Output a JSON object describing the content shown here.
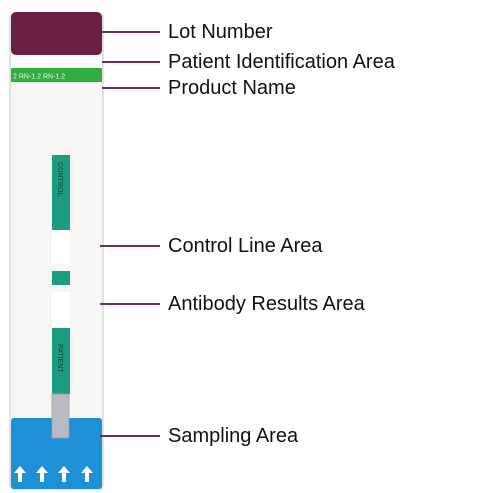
{
  "strip": {
    "band_text": "2 RN-1.2 RN-1.2",
    "control_text": "CONTROL",
    "patient_text": "PATIENT"
  },
  "labels": {
    "lot_number": "Lot Number",
    "patient_id_area": "Patient Identification Area",
    "product_name": "Product Name",
    "control_line_area": "Control Line Area",
    "antibody_results_area": "Antibody Results Area",
    "sampling_area": "Sampling Area"
  },
  "colors": {
    "lot_cap": "#6b1f45",
    "product_band": "#2fae3f",
    "window_teal": "#1c9c83",
    "sampling_blue": "#1e90d8",
    "leader_line": "#7a2a58"
  },
  "icons": {
    "sampling_arrows": "up-arrow-icon"
  }
}
